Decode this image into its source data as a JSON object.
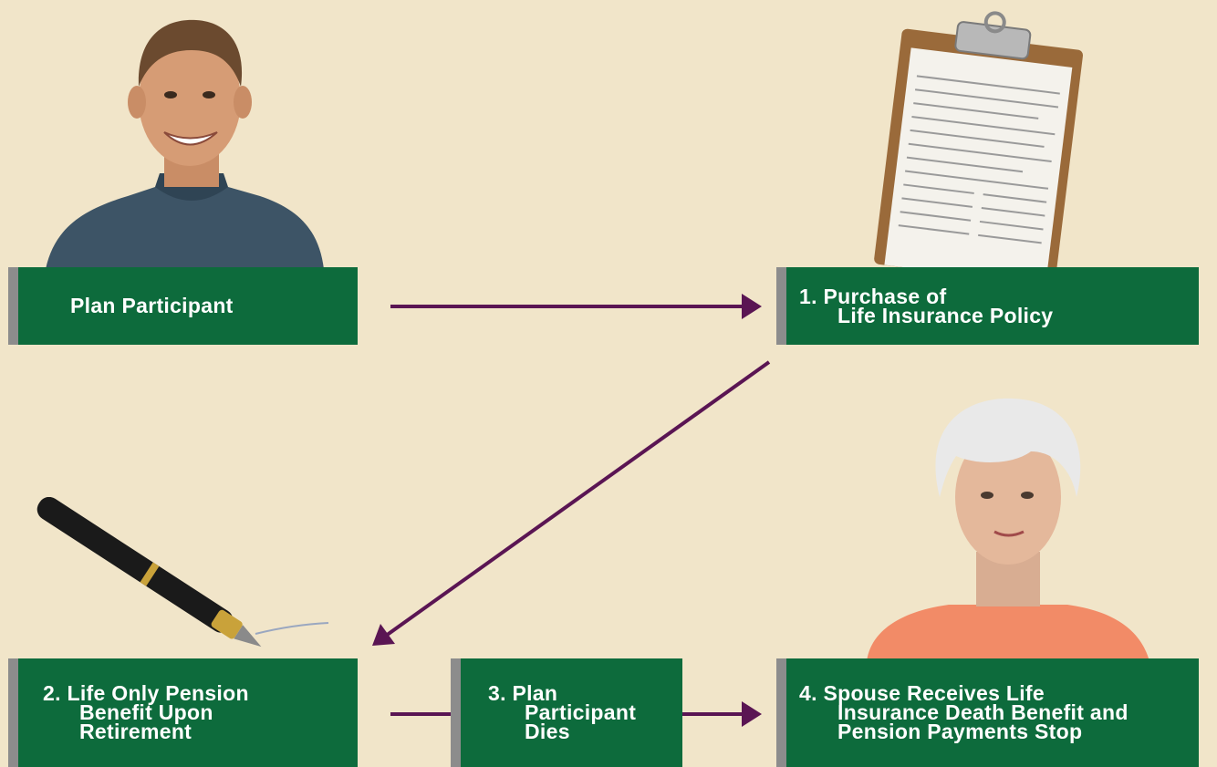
{
  "colors": {
    "background": "#f1e5c9",
    "box_fill": "#0d6b3c",
    "box_edge": "#8c8c8c",
    "arrow": "#5a1553"
  },
  "nodes": {
    "participant": {
      "line1": "Plan Participant"
    },
    "purchase": {
      "line1": "1. Purchase of",
      "line2": "Life Insurance Policy"
    },
    "life_only": {
      "line1": "2. Life Only Pension",
      "line2": "Benefit Upon",
      "line3": "Retirement"
    },
    "dies": {
      "line1": "3. Plan",
      "line2": "Participant",
      "line3": "Dies"
    },
    "spouse": {
      "line1": "4. Spouse Receives Life",
      "line2": "Insurance Death Benefit and",
      "line3": "Pension Payments Stop"
    }
  },
  "illustrations": {
    "man": "man-photo",
    "clipboard": "clipboard-photo",
    "pen": "pen-photo",
    "woman": "woman-photo"
  }
}
